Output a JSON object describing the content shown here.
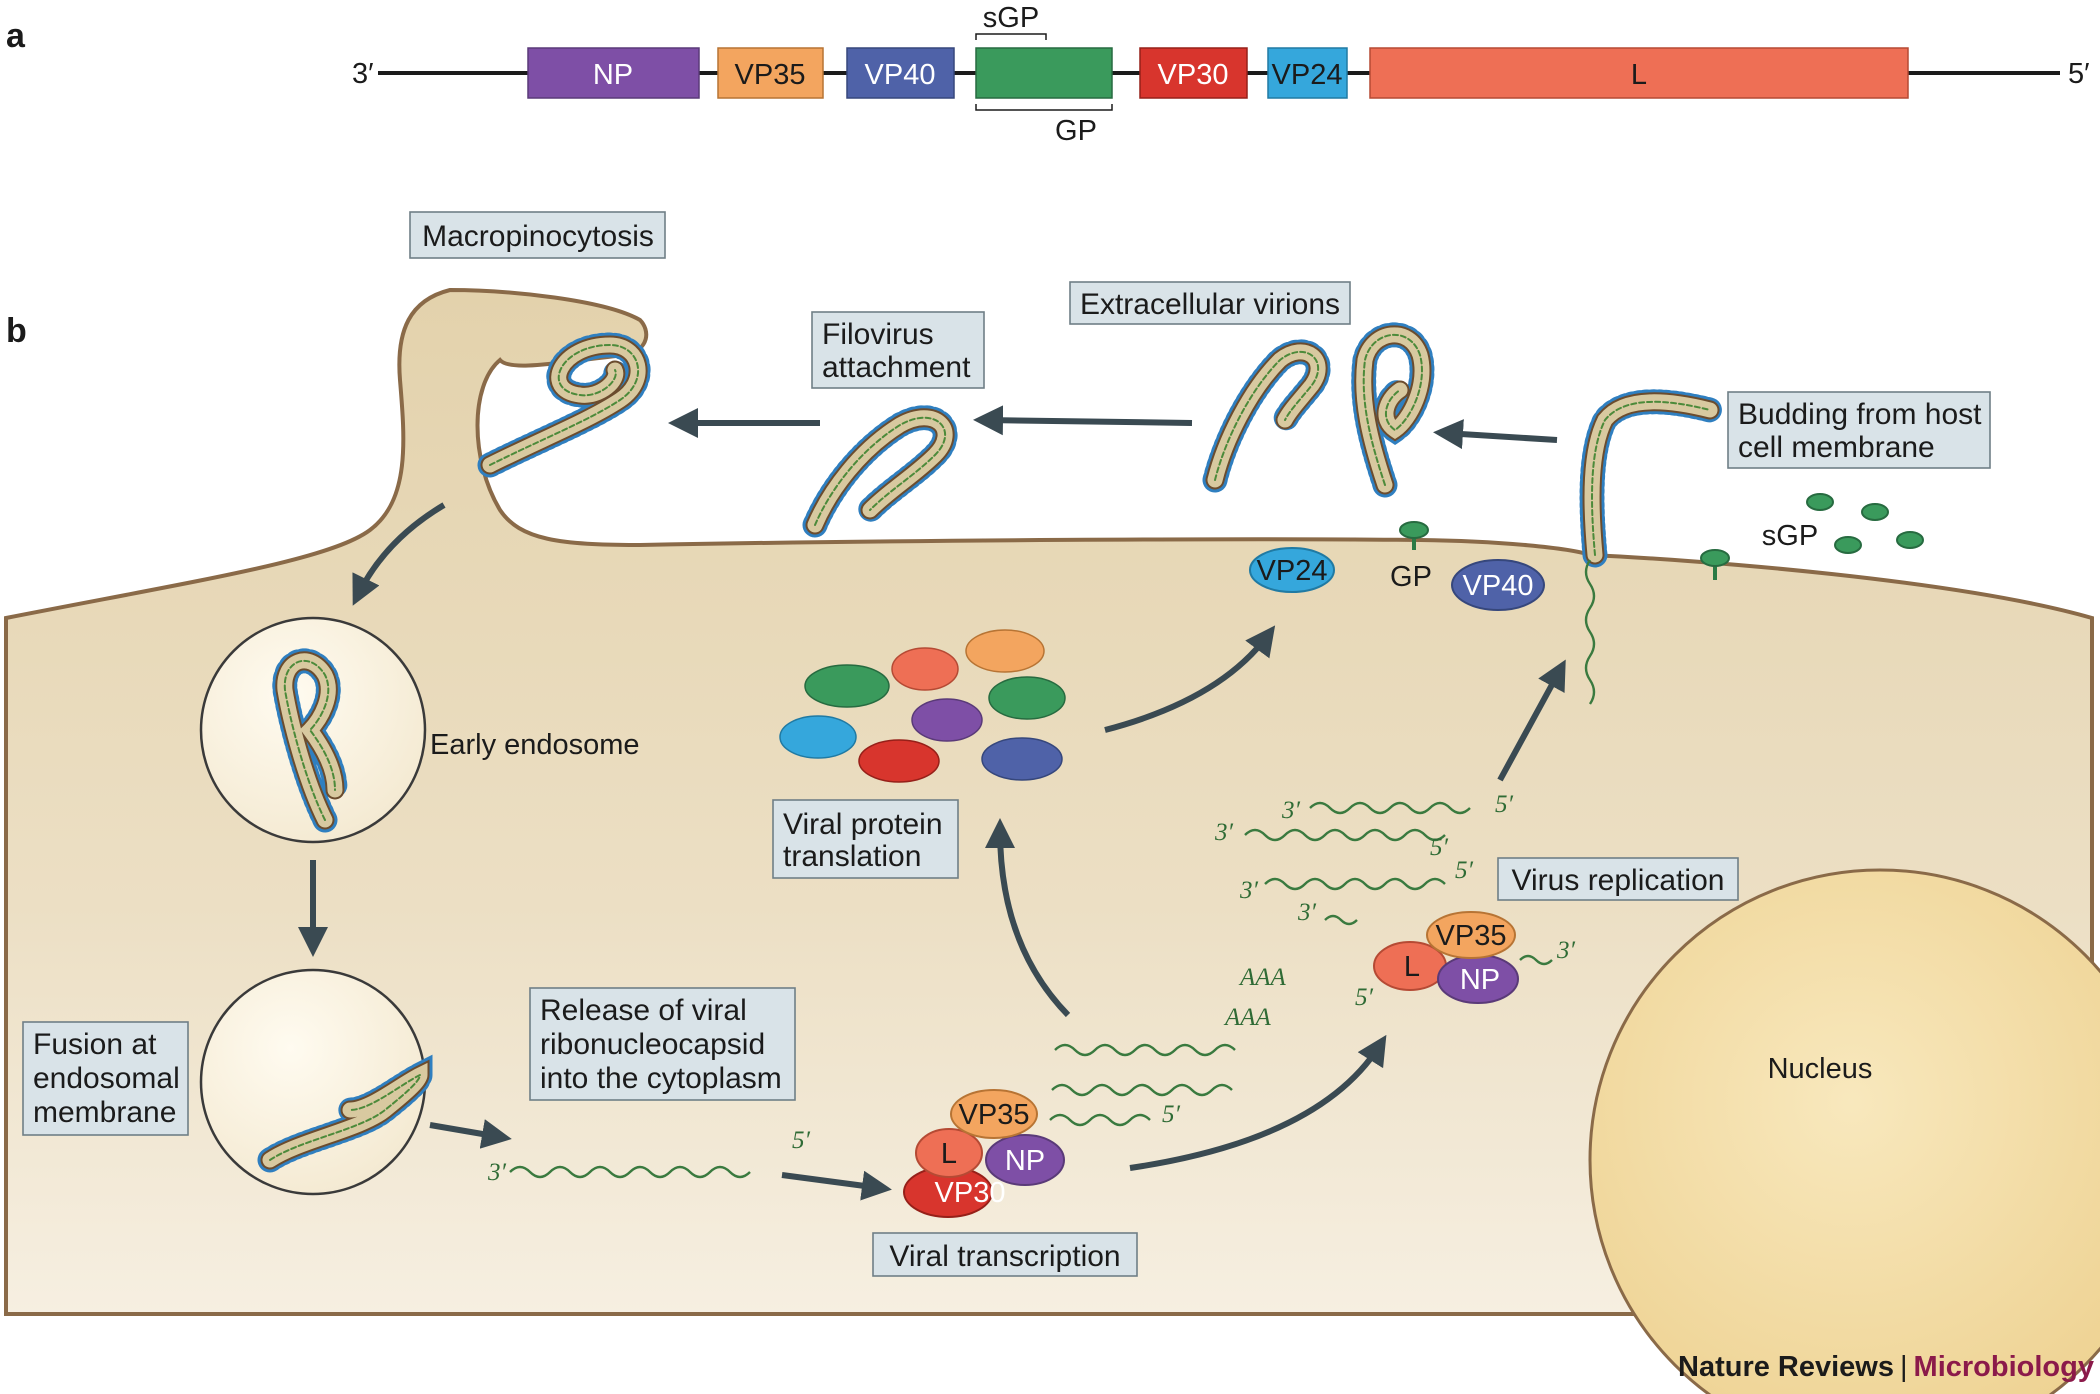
{
  "panel_a": {
    "label": "a",
    "end_left": "3′",
    "end_right": "5′",
    "genes": [
      "NP",
      "VP35",
      "VP40",
      "",
      "VP30",
      "VP24",
      "L"
    ],
    "sgp_label": "sGP",
    "gp_label": "GP"
  },
  "panel_b": {
    "label": "b",
    "boxes": {
      "macropinocytosis": [
        "Macropinocytosis"
      ],
      "attachment": [
        "Filovirus",
        "attachment"
      ],
      "extracellular": [
        "Extracellular virions"
      ],
      "budding": [
        "Budding from host",
        "cell membrane"
      ],
      "fusion": [
        "Fusion at",
        "endosomal",
        "membrane"
      ],
      "release": [
        "Release of viral",
        "ribonucleocapsid",
        "into the cytoplasm"
      ],
      "translation": [
        "Viral protein",
        "translation"
      ],
      "replication": [
        "Virus replication"
      ],
      "transcription": [
        "Viral transcription"
      ]
    },
    "labels": {
      "early_endosome": "Early endosome",
      "nucleus": "Nucleus",
      "gp": "GP",
      "sgp": "sGP"
    },
    "proteins": {
      "vp24": "VP24",
      "vp40": "VP40",
      "vp35": "VP35",
      "l": "L",
      "np": "NP",
      "vp30": "VP30"
    },
    "rna": {
      "three_prime": "3′",
      "five_prime": "5′",
      "polyA": "AAA"
    }
  },
  "footer": {
    "journal": "Nature Reviews",
    "separator": "|",
    "subject": "Microbiology"
  },
  "colors": {
    "NP": "#7e4fa6",
    "VP35": "#f3a55f",
    "VP40": "#4f62a8",
    "GP": "#3a9a5c",
    "VP30": "#d8352d",
    "VP24": "#35a7dc",
    "L": "#ee6f55",
    "cell": "#e9dcbc",
    "nucleus": "#f0d89a",
    "rna": "#3a7a3f",
    "arrow": "#3a4a52",
    "box": "#d9e3e8",
    "brand": "#8b1a4a"
  }
}
